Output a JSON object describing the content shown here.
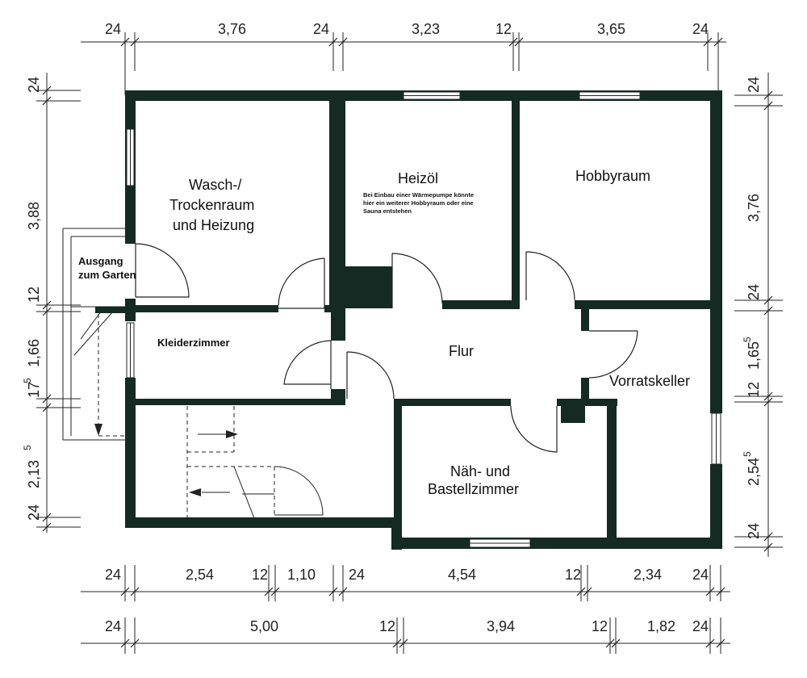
{
  "rooms": {
    "wasch": [
      "Wasch-/",
      "Trockenraum",
      "und Heizung"
    ],
    "heizoel": "Heizöl",
    "heizoel_note": [
      "Bei Einbau einer Wärmepumpe könnte",
      "hier ein weiterer Hobbyraum oder eine",
      "Sauna entstehen"
    ],
    "hobby": "Hobbyraum",
    "ausgang": [
      "Ausgang",
      "zum Garten"
    ],
    "kleider": "Kleiderzimmer",
    "flur": "Flur",
    "vorrat": "Vorratskeller",
    "naeh": [
      "Näh- und",
      "Bastellzimmer"
    ]
  },
  "dims": {
    "top": [
      "24",
      "3,76",
      "24",
      "3,23",
      "12",
      "3,65",
      "24"
    ],
    "bottom1": [
      "24",
      "2,54",
      "12",
      "1,10",
      "24",
      "4,54",
      "12",
      "2,34",
      "24"
    ],
    "bottom2": [
      "24",
      "5,00",
      "12",
      "3,94",
      "12",
      "1,82",
      "24"
    ],
    "left": [
      "24",
      "3,88",
      "12",
      "1,66",
      "17",
      "5",
      "2,13",
      "5",
      "24"
    ],
    "right": [
      "24",
      "3,76",
      "24",
      "1,65",
      "5",
      "12",
      "2,54",
      "5",
      "24"
    ]
  }
}
